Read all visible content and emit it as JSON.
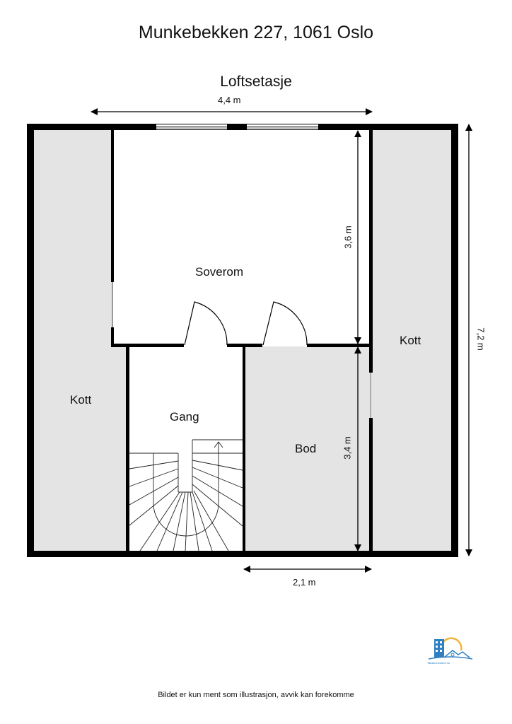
{
  "header": {
    "address": "Munkebekken 227, 1061 Oslo",
    "floor_name": "Loftsetasje"
  },
  "dimensions": {
    "top_width": "4,4 m",
    "soverom_height": "3,6 m",
    "bod_height": "3,4 m",
    "total_height": "7,2 m",
    "bod_width": "2,1 m"
  },
  "rooms": {
    "soverom": "Soverom",
    "kott_left": "Kott",
    "kott_right": "Kott",
    "gang": "Gang",
    "bod": "Bod"
  },
  "colors": {
    "wall": "#000000",
    "storage_fill": "#e4e4e4",
    "room_fill": "#ffffff",
    "logo_blue": "#2f7fc1",
    "logo_sun": "#f2b33d"
  },
  "logo": {
    "text": "Takstkonsulent.no"
  },
  "footer": {
    "disclaimer": "Bildet er kun ment som illustrasjon, avvik kan forekomme"
  }
}
